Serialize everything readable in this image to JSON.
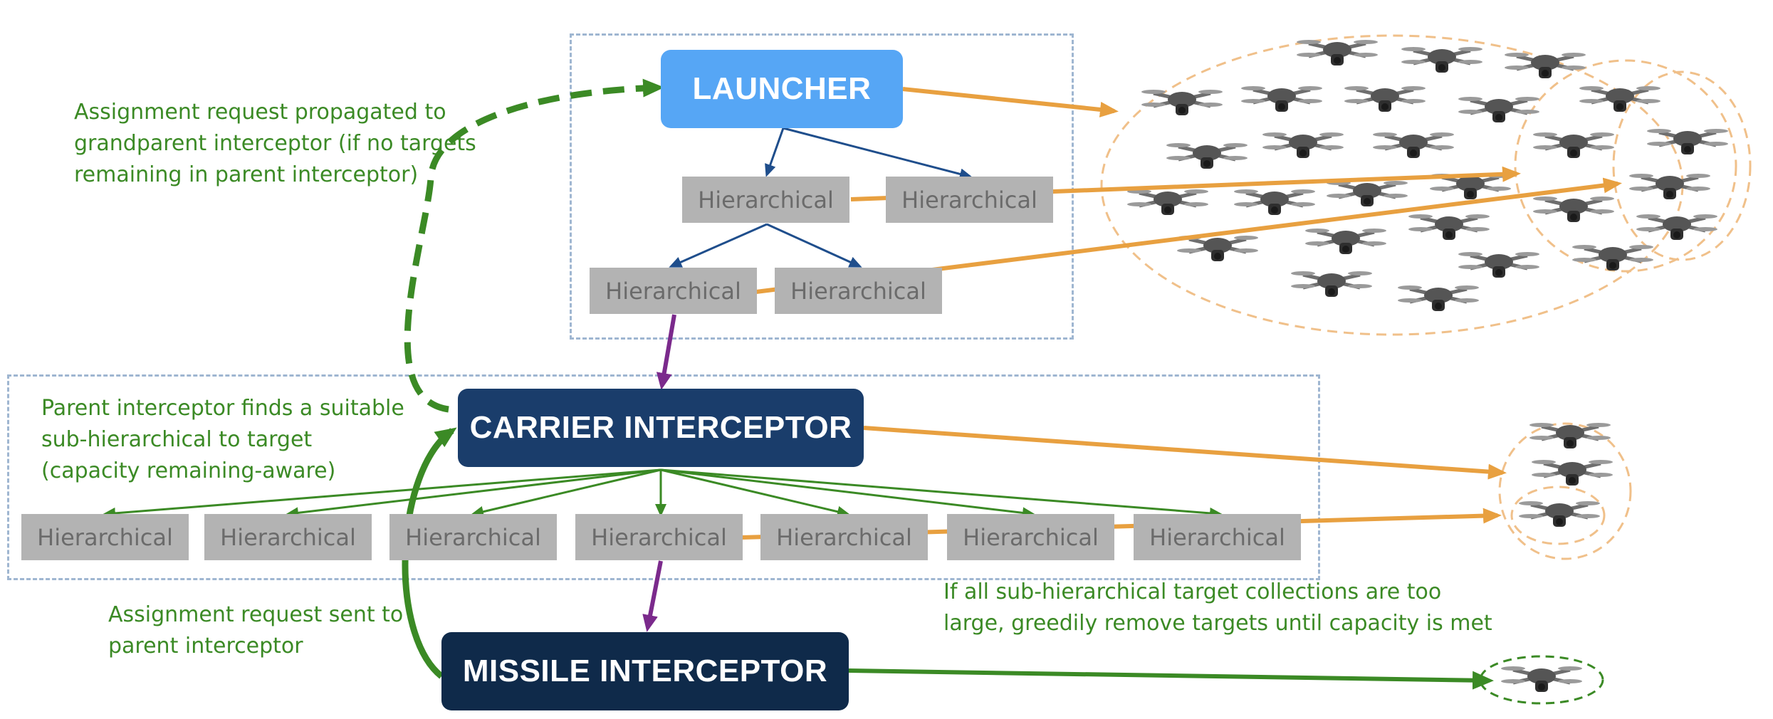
{
  "nodes": {
    "launcher": "LAUNCHER",
    "carrier": "CARRIER INTERCEPTOR",
    "missile": "MISSILE INTERCEPTOR"
  },
  "hierarchical_label": "Hierarchical",
  "notes": {
    "grandparent": [
      "Assignment request propagated to",
      "grandparent interceptor (if no targets",
      "remaining in parent interceptor)"
    ],
    "parent_finds": [
      "Parent interceptor finds a suitable",
      "sub-hierarchical to target",
      "(capacity remaining-aware)"
    ],
    "sent_to_parent": [
      "Assignment request sent to",
      "parent interceptor"
    ],
    "greedy": [
      "If all sub-hierarchical target collections are too",
      "large, greedily remove targets until capacity is met"
    ]
  },
  "colors": {
    "launcher": "#56a6f5",
    "carrier": "#1a3d6b",
    "missile": "#0f2a4a",
    "hierarchical_box": "#b3b3b3",
    "orange_arrow": "#e8a040",
    "green": "#3b8a25",
    "purple": "#7b2a8c",
    "blue_tree": "#1f4e8c",
    "frame": "#9fb6d1"
  },
  "icons": [
    "drone-icon"
  ]
}
